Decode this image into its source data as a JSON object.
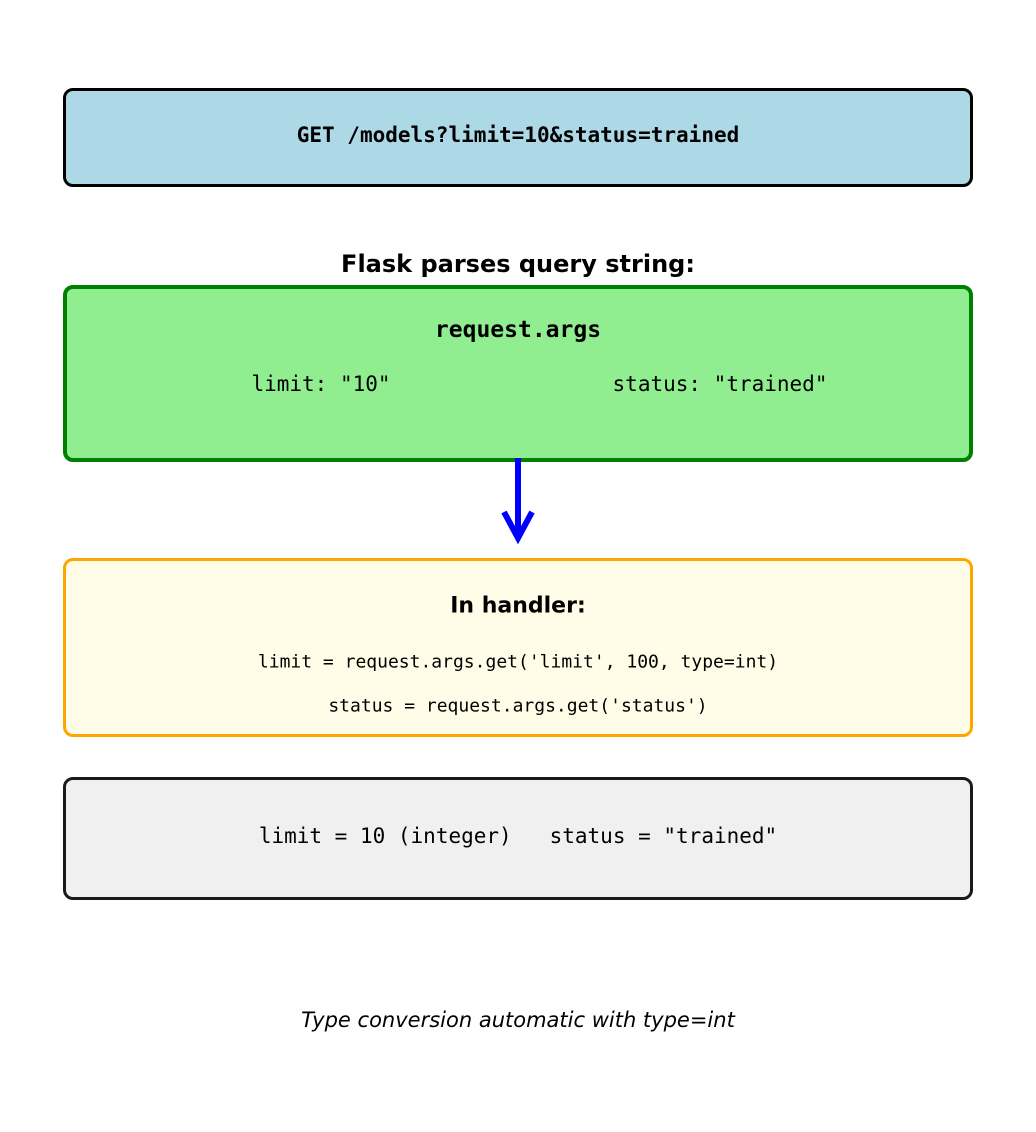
{
  "diagram": {
    "request_box": {
      "label": "GET /models?limit=10&status=trained",
      "fill": "#ADD8E6",
      "border": "#000000"
    },
    "parse_heading": "Flask parses query string:",
    "args_box": {
      "title": "request.args",
      "entries": [
        {
          "label": "limit: \"10\""
        },
        {
          "label": "status: \"trained\""
        }
      ],
      "fill": "#90EE90",
      "border": "#008000"
    },
    "arrow": {
      "direction": "down",
      "color": "#0000FF"
    },
    "handler_box": {
      "title": "In handler:",
      "code_lines": [
        "limit = request.args.get('limit', 100, type=int)",
        "status = request.args.get('status')"
      ],
      "fill": "#FFFDE7",
      "border": "#FFA500"
    },
    "result_box": {
      "label": "limit = 10 (integer)   status = \"trained\"",
      "fill": "#F0F0F0",
      "border": "#1A1A1A"
    },
    "caption": "Type conversion automatic with type=int"
  }
}
